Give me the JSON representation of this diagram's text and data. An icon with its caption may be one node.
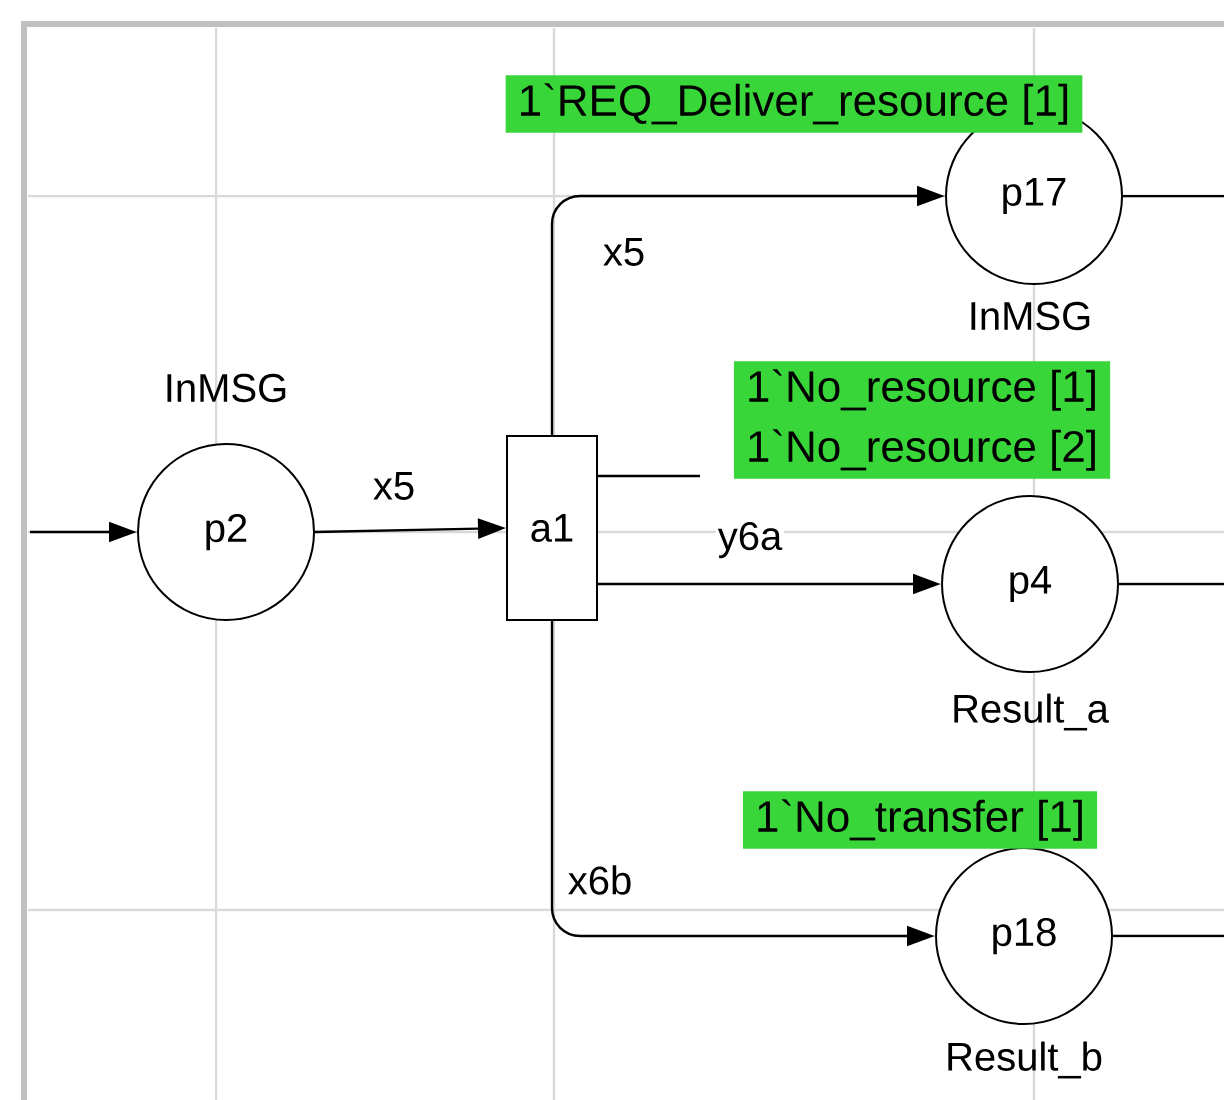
{
  "diagram": {
    "nodes": [
      {
        "text": [
          "p2"
        ],
        "beside": [
          "InMSG"
        ]
      },
      {
        "text": [
          "a1"
        ]
      },
      {
        "text": [
          "p17"
        ]
      },
      {
        "text": [
          "p4"
        ],
        "beside": [
          "Result_a"
        ]
      },
      {
        "text": [
          "p18"
        ],
        "beside": [
          "Result_b"
        ]
      },
      {
        "text": [
          "1`REQ_Deliver_resource [1]"
        ]
      },
      {
        "text": [
          "1`No_resource [1]",
          "1`No_resource [2]"
        ]
      },
      {
        "text": [
          "1`No_transfer [1]"
        ]
      }
    ],
    "edges": [
      {
        "from": null,
        "to": 0,
        "arrow": "to"
      },
      {
        "from": 0,
        "to": 1,
        "arrow": "to",
        "label": "x5"
      },
      {
        "from": 1,
        "to": 2,
        "arrow": "to",
        "label": "x5"
      },
      {
        "from": 1,
        "to": null,
        "arrow": "none"
      },
      {
        "from": 1,
        "to": 3,
        "arrow": "to",
        "label": "y6a"
      },
      {
        "from": 1,
        "to": 4,
        "arrow": "to",
        "label": "x6b"
      },
      {
        "from": 2,
        "to": null,
        "arrow": "none"
      },
      {
        "from": 3,
        "to": null,
        "arrow": "none"
      },
      {
        "from": 4,
        "to": null,
        "arrow": "none"
      }
    ],
    "labels": [
      "InMSG"
    ]
  }
}
